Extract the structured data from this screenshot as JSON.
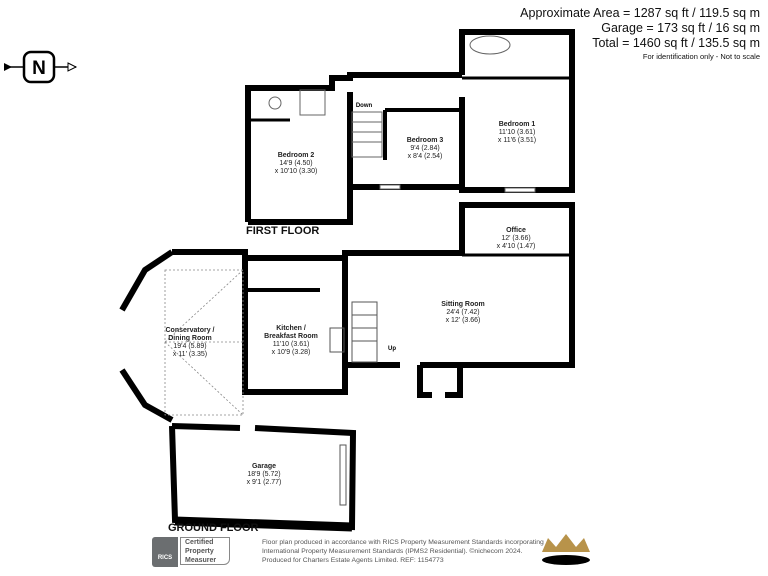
{
  "areas": {
    "approximate": "Approximate Area = 1287 sq ft / 119.5 sq m",
    "garage": "Garage = 173 sq ft / 16 sq m",
    "total": "Total = 1460 sq ft / 135.5 sq m",
    "note": "For identification only - Not to scale"
  },
  "compass": {
    "label": "N"
  },
  "first_floor": {
    "label": "FIRST FLOOR",
    "stairs_label": "Down",
    "rooms": [
      {
        "name": "Bedroom 2",
        "dim1": "14'9 (4.50)",
        "dim2": "x 10'10 (3.30)"
      },
      {
        "name": "Bedroom 3",
        "dim1": "9'4 (2.84)",
        "dim2": "x 8'4 (2.54)"
      },
      {
        "name": "Bedroom 1",
        "dim1": "11'10 (3.61)",
        "dim2": "x 11'6 (3.51)"
      }
    ]
  },
  "ground_floor": {
    "label": "GROUND FLOOR",
    "stairs_label": "Up",
    "rooms": [
      {
        "name": "Office",
        "dim1": "12' (3.66)",
        "dim2": "x 4'10 (1.47)"
      },
      {
        "name": "Sitting Room",
        "dim1": "24'4 (7.42)",
        "dim2": "x 12' (3.66)"
      },
      {
        "name": "Kitchen /",
        "name2": "Breakfast Room",
        "dim1": "11'10 (3.61)",
        "dim2": "x 10'9 (3.28)"
      },
      {
        "name": "Conservatory /",
        "name2": "Dining Room",
        "dim1": "19'4 (5.89)",
        "dim2": "x 11' (3.35)"
      },
      {
        "name": "Garage",
        "dim1": "18'9 (5.72)",
        "dim2": "x 9'1 (2.77)"
      }
    ]
  },
  "footer": {
    "rics_logo": "RICS",
    "rics_badge": [
      "Certified",
      "Property",
      "Measurer"
    ],
    "lines": [
      "Floor plan produced in accordance with RICS Property Measurement Standards incorporating",
      "International Property Measurement Standards (IPMS2 Residential).  ©nichecom 2024.",
      "Produced for Charters Estate Agents Limited.   REF: 1154773"
    ]
  },
  "colors": {
    "wall": "#000000",
    "crown_gold": "#b8934a"
  }
}
